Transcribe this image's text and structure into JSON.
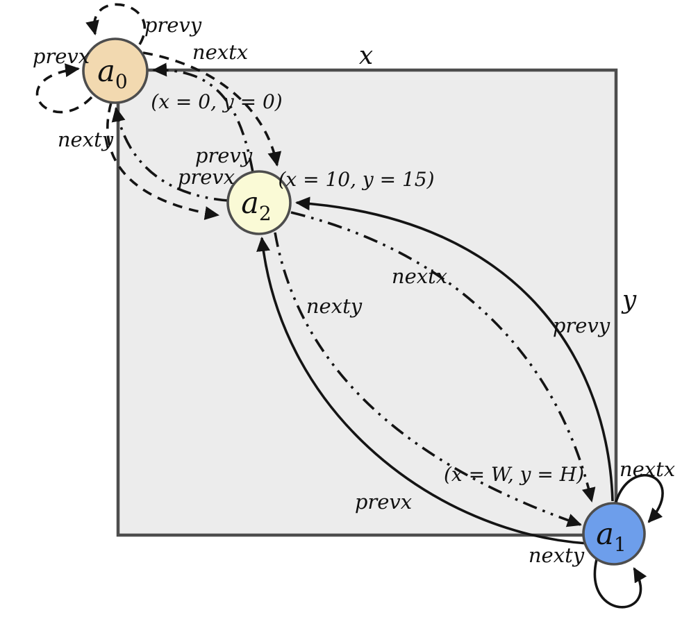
{
  "diagram": {
    "kind": "state-machine over 2D grid region",
    "region": {
      "fill": "#ececec",
      "stroke": "#4d4d4d",
      "x_axis_label": "x",
      "y_axis_label": "y"
    },
    "nodes": [
      {
        "id": "a0",
        "symbol": "a",
        "subscript": "0",
        "coord_label": "(x = 0, y = 0)",
        "fill": "#f2d9b0",
        "position": "top-left-corner"
      },
      {
        "id": "a2",
        "symbol": "a",
        "subscript": "2",
        "coord_label": "(x = 10, y = 15)",
        "fill": "#fafad6",
        "position": "interior"
      },
      {
        "id": "a1",
        "symbol": "a",
        "subscript": "1",
        "coord_label": "(x = W, y = H)",
        "fill": "#6d9eeb",
        "position": "bottom-right-corner"
      }
    ],
    "edges": [
      {
        "label": "prevy",
        "from": "a0",
        "to": "a0",
        "line_style": "dashed"
      },
      {
        "label": "prevx",
        "from": "a0",
        "to": "a0",
        "line_style": "dashed"
      },
      {
        "label": "nextx",
        "from": "a0",
        "to": "a2",
        "line_style": "dashed"
      },
      {
        "label": "nexty",
        "from": "a0",
        "to": "a2",
        "line_style": "dashed"
      },
      {
        "label": "prevy",
        "from": "a2",
        "to": "a0",
        "line_style": "dash-dot-dot"
      },
      {
        "label": "prevx",
        "from": "a2",
        "to": "a0",
        "line_style": "dash-dot-dot"
      },
      {
        "label": "nextx",
        "from": "a2",
        "to": "a1",
        "line_style": "dash-dot-dot"
      },
      {
        "label": "nexty",
        "from": "a2",
        "to": "a1",
        "line_style": "dash-dot-dot"
      },
      {
        "label": "prevy",
        "from": "a1",
        "to": "a2",
        "line_style": "solid"
      },
      {
        "label": "prevx",
        "from": "a1",
        "to": "a2",
        "line_style": "solid"
      },
      {
        "label": "nextx",
        "from": "a1",
        "to": "a1",
        "line_style": "solid"
      },
      {
        "label": "nexty",
        "from": "a1",
        "to": "a1",
        "line_style": "solid"
      }
    ]
  }
}
